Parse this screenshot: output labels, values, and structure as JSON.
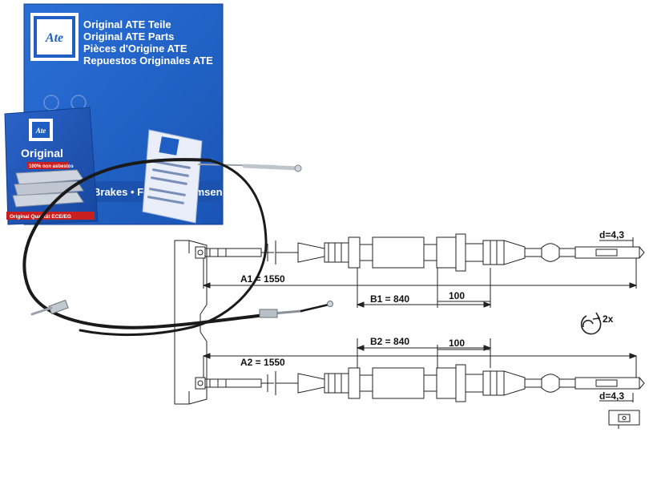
{
  "colors": {
    "box_blue": "#1f5fc4",
    "box_blue_dark": "#14449a",
    "cable_black": "#1a1a1a",
    "drawing_line": "#222222"
  },
  "icons": {
    "brand_logo": "ate-logo",
    "rotation_symbol": "circlip-rotation-icon"
  },
  "package": {
    "lines": [
      "Original ATE Teile",
      "Original ATE Parts",
      "Pièces d'Origine ATE",
      "Repuestos Originales ATE"
    ],
    "banner": "Brakes • Freins • Bremsen • Frenos",
    "brake_pad_box": {
      "title": "Original",
      "strip": "100% non asbestos",
      "footer": "Original Qualität ECE/EG"
    }
  },
  "drawing": {
    "dim_a1": "A1 = 1550",
    "dim_b1": "B1 = 840",
    "dim_100_top": "100",
    "dim_b2": "B2 = 840",
    "dim_100_bottom": "100",
    "dim_a2": "A2 = 1550",
    "diameter_top": "d=4,3",
    "diameter_bottom": "d=4,3",
    "quantity": "2x"
  }
}
